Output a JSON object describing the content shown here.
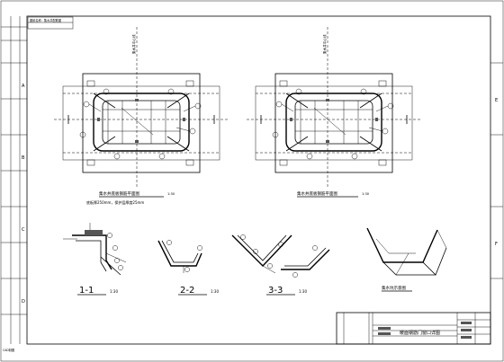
{
  "drawing": {
    "title_block_text": "暖面钢筋门窗口详图",
    "left_plan_caption_line1": "集水井底板钢筋平面图",
    "left_plan_caption_line2": "底板厚250mm，保护层厚度25mm",
    "left_plan_scale": "1:30",
    "right_plan_caption": "集水井底板钢筋平面图",
    "right_plan_scale": "1:30",
    "top_label_left": "集水井中心线",
    "top_label_right": "集水井中心线",
    "sections": [
      {
        "label": "1-1",
        "scale": "1:30"
      },
      {
        "label": "2-2",
        "scale": "1:30"
      },
      {
        "label": "3-3",
        "scale": "1:30"
      }
    ],
    "iso_caption": "集水坑示意图",
    "corner_left_top": "图纸名称：集水井配筋图",
    "corner_bottom_left": "CAD制图",
    "row_letters": [
      "A",
      "B",
      "C",
      "D",
      "E",
      "F"
    ]
  }
}
